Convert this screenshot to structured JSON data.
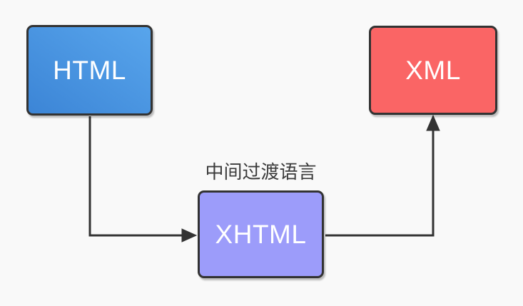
{
  "diagram": {
    "background_color": "#f9f9f9",
    "stroke_color": "#333333",
    "caption": "中间过渡语言",
    "nodes": [
      {
        "id": "html",
        "label": "HTML",
        "fill": {
          "from": "#58a5ec",
          "to": "#3c85d6"
        },
        "text_color": "#ffffff"
      },
      {
        "id": "xml",
        "label": "XML",
        "fill": "#fa6565",
        "text_color": "#ffffff"
      },
      {
        "id": "xhtml",
        "label": "XHTML",
        "fill": "#9c9cfa",
        "text_color": "#ffffff"
      }
    ],
    "edges": [
      {
        "from": "html",
        "to": "xhtml",
        "style": "elbow-down-right",
        "arrowhead": "right"
      },
      {
        "from": "xhtml",
        "to": "xml",
        "style": "elbow-right-up",
        "arrowhead": "up"
      }
    ]
  }
}
